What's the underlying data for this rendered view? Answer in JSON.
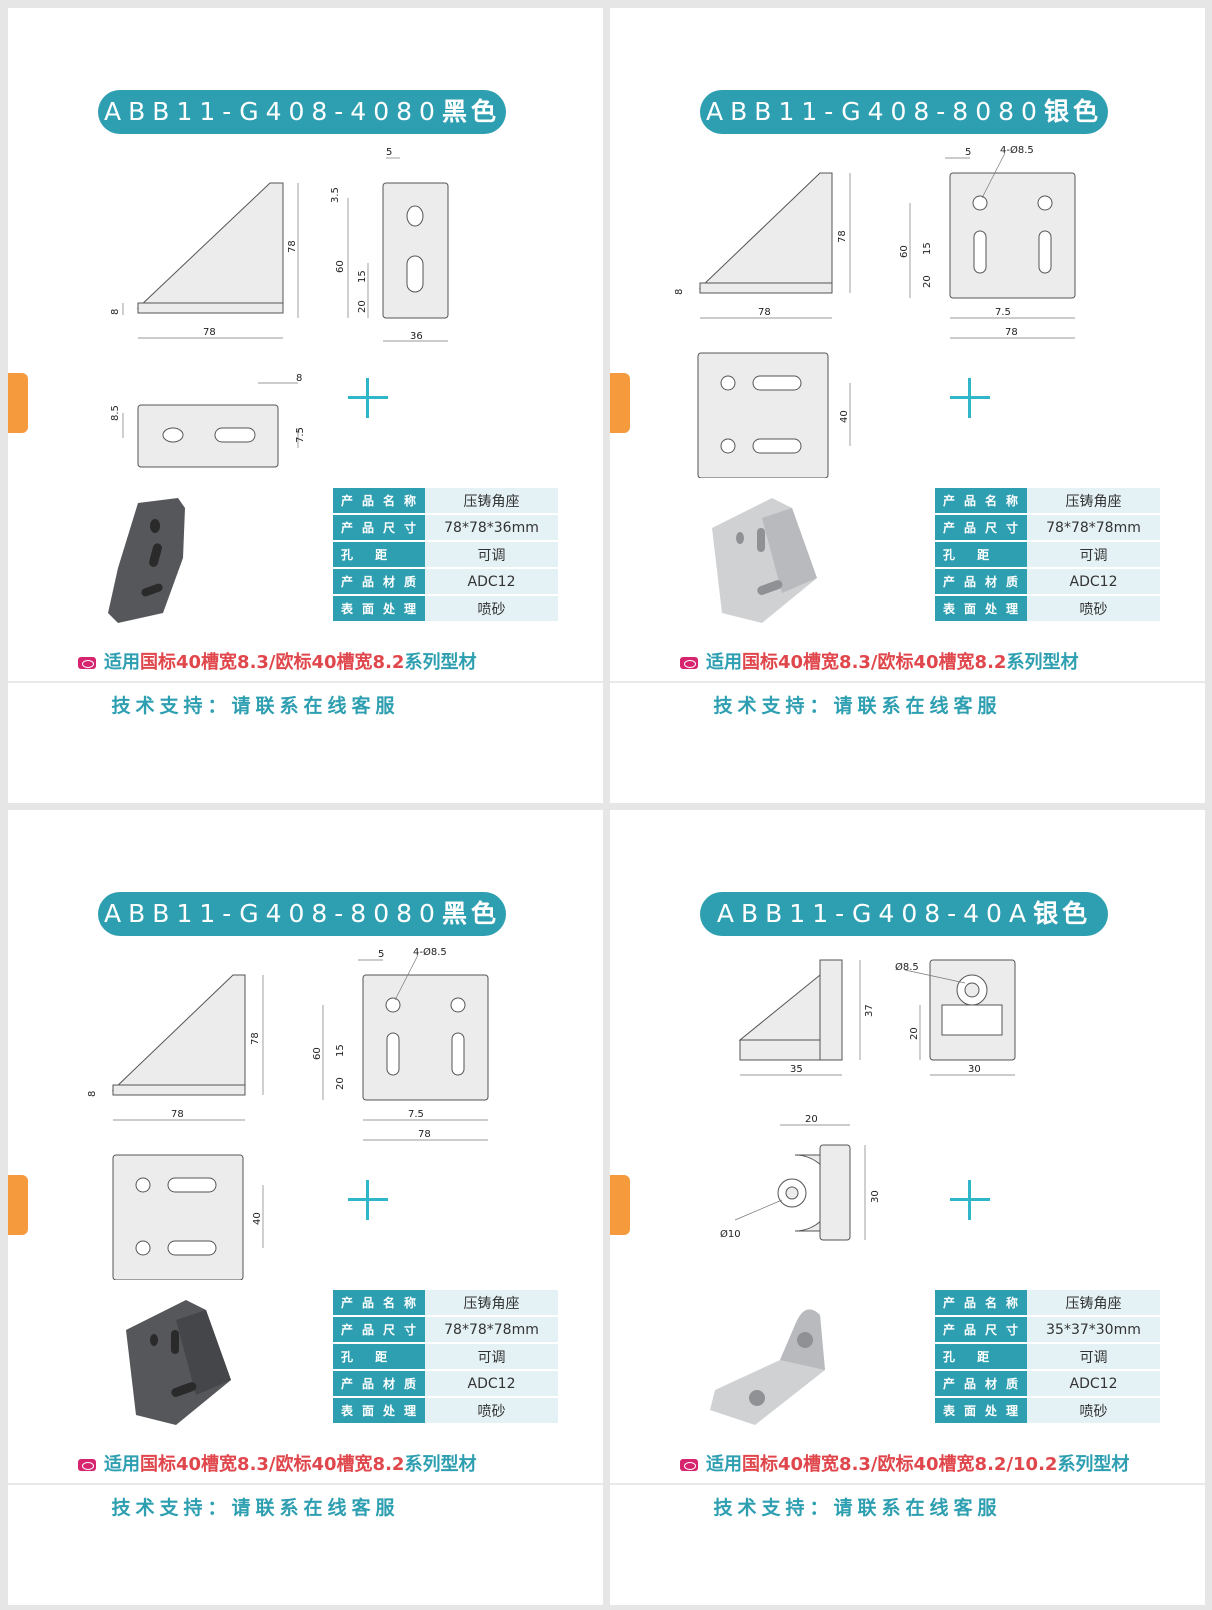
{
  "panels": [
    {
      "title": "ABB11-G408-4080",
      "color_word": "黑色",
      "specs": [
        {
          "key": "产品名称",
          "value": "压铸角座"
        },
        {
          "key": "产品尺寸",
          "value": "78*78*36mm"
        },
        {
          "key": "孔    距",
          "value": "可调"
        },
        {
          "key": "产品材质",
          "value": "ADC12"
        },
        {
          "key": "表面处理",
          "value": "喷砂"
        }
      ],
      "suit_prefix": "适用",
      "suit_main": "国标40槽宽8.3/欧标40槽宽8.2",
      "suit_suffix": "系列型材",
      "support": "技术支持：请联系在线客服",
      "dims": {
        "d5": "5",
        "d3_5": "3.5",
        "d78": "78",
        "d60": "60",
        "d15": "15",
        "d20": "20",
        "d8": "8",
        "d78b": "78",
        "d36": "36",
        "d8b": "8",
        "d8_5": "8.5",
        "d7_5": "7.5"
      }
    },
    {
      "title": "ABB11-G408-8080",
      "color_word": "银色",
      "specs": [
        {
          "key": "产品名称",
          "value": "压铸角座"
        },
        {
          "key": "产品尺寸",
          "value": "78*78*78mm"
        },
        {
          "key": "孔    距",
          "value": "可调"
        },
        {
          "key": "产品材质",
          "value": "ADC12"
        },
        {
          "key": "表面处理",
          "value": "喷砂"
        }
      ],
      "suit_prefix": "适用",
      "suit_main": "国标40槽宽8.3/欧标40槽宽8.2",
      "suit_suffix": "系列型材",
      "support": "技术支持：请联系在线客服",
      "dims": {
        "d5": "5",
        "hole": "4-Ø8.5",
        "d78": "78",
        "d60": "60",
        "d15": "15",
        "d20": "20",
        "d8": "8",
        "d78b": "78",
        "d7_5": "7.5",
        "d78c": "78",
        "d40": "40"
      }
    },
    {
      "title": "ABB11-G408-8080",
      "color_word": "黑色",
      "specs": [
        {
          "key": "产品名称",
          "value": "压铸角座"
        },
        {
          "key": "产品尺寸",
          "value": "78*78*78mm"
        },
        {
          "key": "孔    距",
          "value": "可调"
        },
        {
          "key": "产品材质",
          "value": "ADC12"
        },
        {
          "key": "表面处理",
          "value": "喷砂"
        }
      ],
      "suit_prefix": "适用",
      "suit_main": "国标40槽宽8.3/欧标40槽宽8.2",
      "suit_suffix": "系列型材",
      "support": "技术支持：请联系在线客服",
      "dims": {
        "d5": "5",
        "hole": "4-Ø8.5",
        "d78": "78",
        "d60": "60",
        "d15": "15",
        "d20": "20",
        "d8": "8",
        "d78b": "78",
        "d7_5": "7.5",
        "d78c": "78",
        "d40": "40"
      }
    },
    {
      "title": "ABB11-G408-40A",
      "color_word": "银色",
      "specs": [
        {
          "key": "产品名称",
          "value": "压铸角座"
        },
        {
          "key": "产品尺寸",
          "value": "35*37*30mm"
        },
        {
          "key": "孔    距",
          "value": "可调"
        },
        {
          "key": "产品材质",
          "value": "ADC12"
        },
        {
          "key": "表面处理",
          "value": "喷砂"
        }
      ],
      "suit_prefix": "适用",
      "suit_main": "国标40槽宽8.3/欧标40槽宽8.2/10.2",
      "suit_suffix": "系列型材",
      "support": "技术支持：请联系在线客服",
      "dims": {
        "d37": "37",
        "d35": "35",
        "dia85": "Ø8.5",
        "d20": "20",
        "d30": "30",
        "d20b": "20",
        "d30b": "30",
        "dia10": "Ø10"
      }
    }
  ],
  "colors": {
    "accent": "#2e9fb1",
    "highlight": "#e0474c",
    "tab": "#f59a3d",
    "bullet": "#d6246e"
  }
}
